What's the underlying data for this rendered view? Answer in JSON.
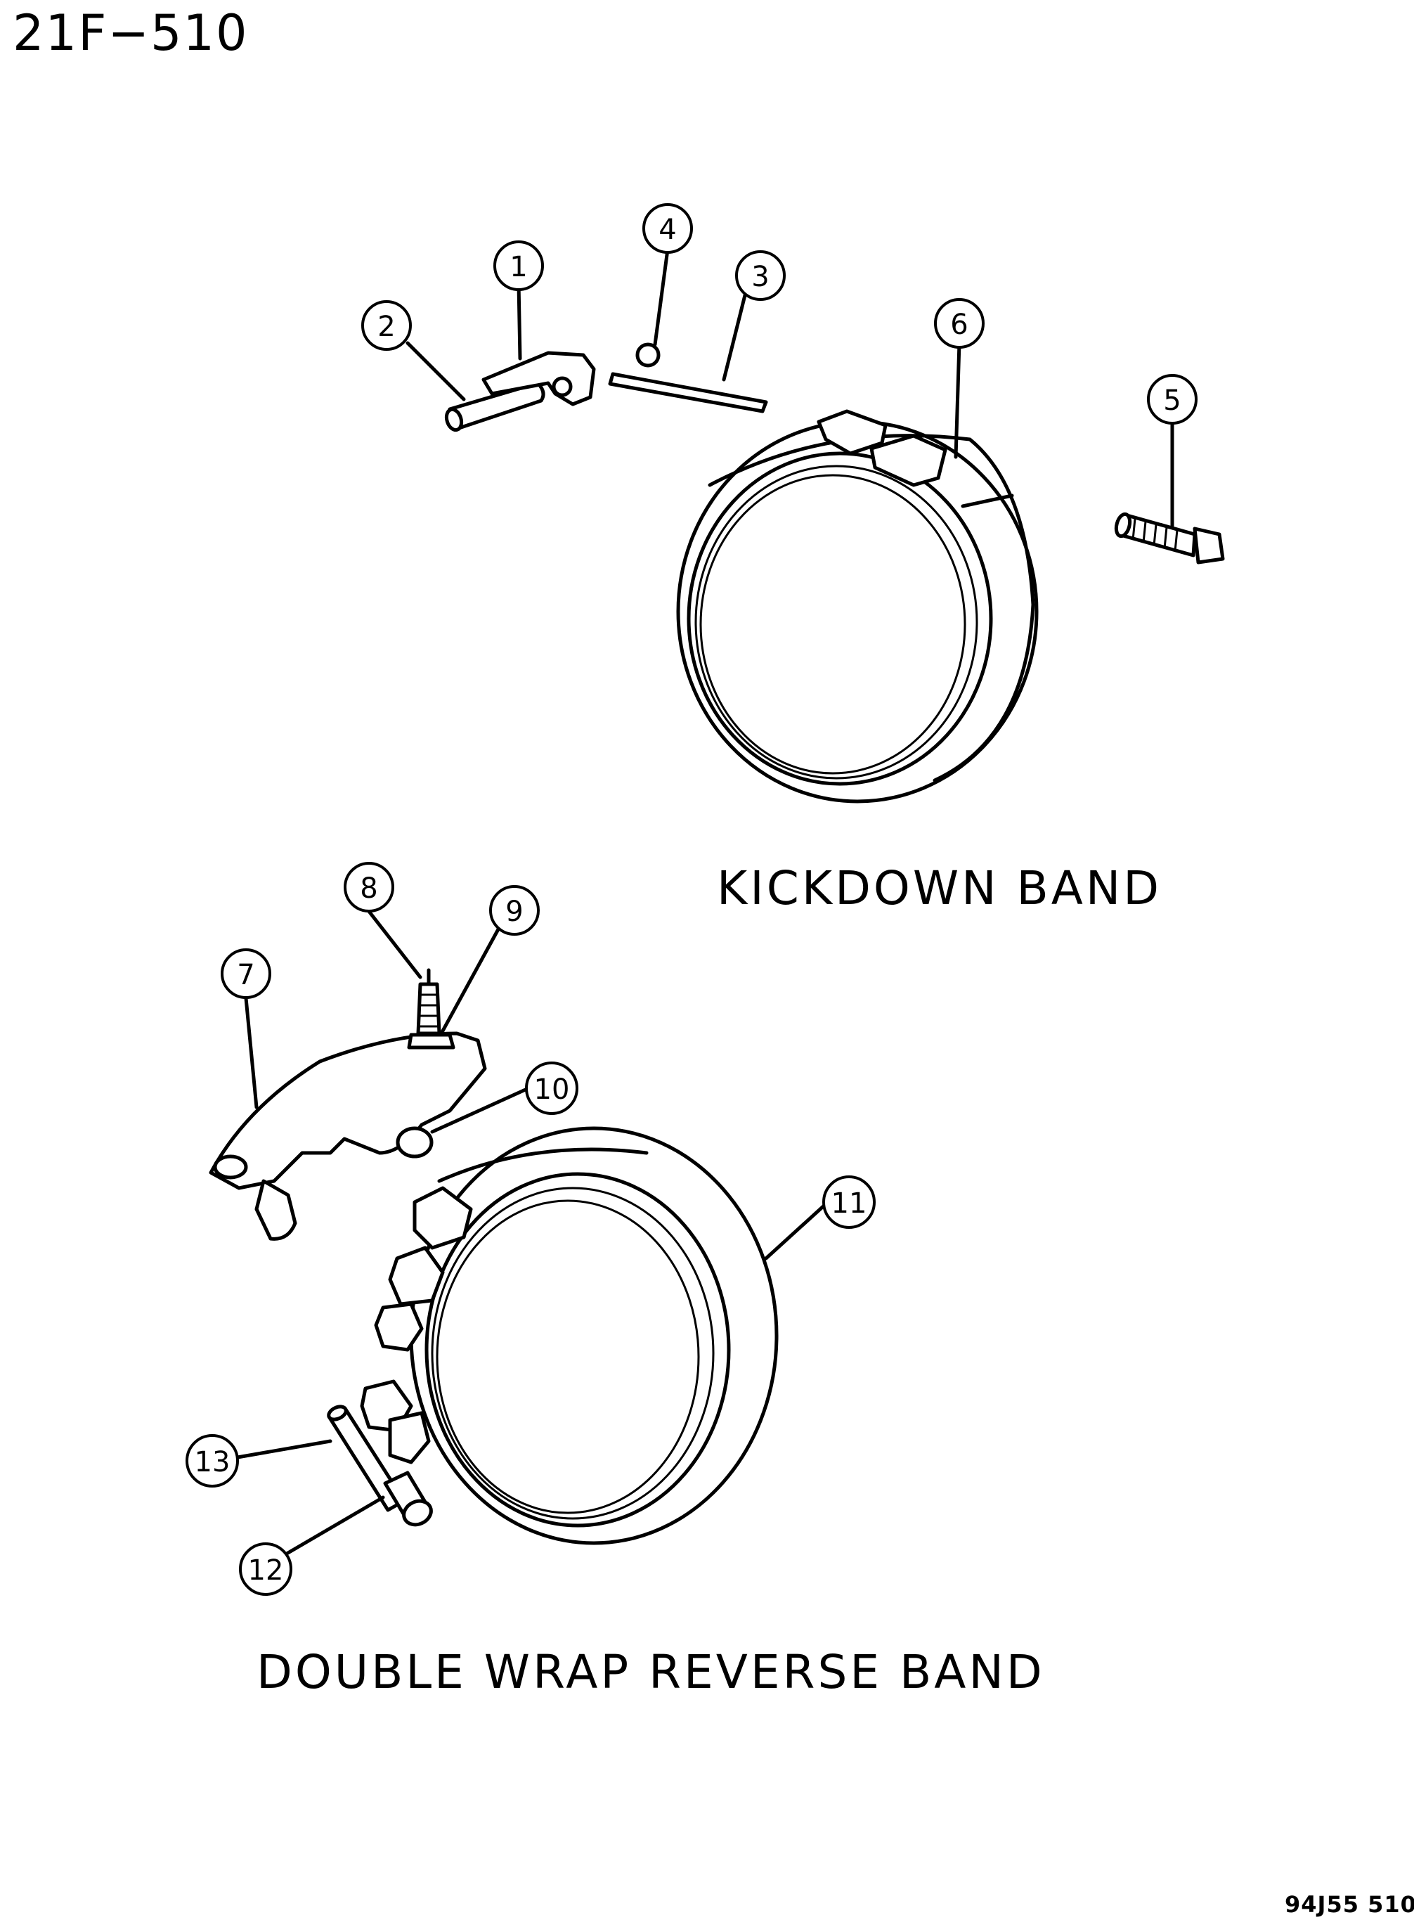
{
  "figure_id": "21F−510",
  "captions": {
    "kickdown": "KICKDOWN  BAND",
    "double_wrap": "DOUBLE  WRAP  REVERSE  BAND"
  },
  "drawing_code": "94J55  510",
  "callouts": [
    "1",
    "2",
    "3",
    "4",
    "5",
    "6",
    "7",
    "8",
    "9",
    "10",
    "11",
    "12",
    "13"
  ]
}
